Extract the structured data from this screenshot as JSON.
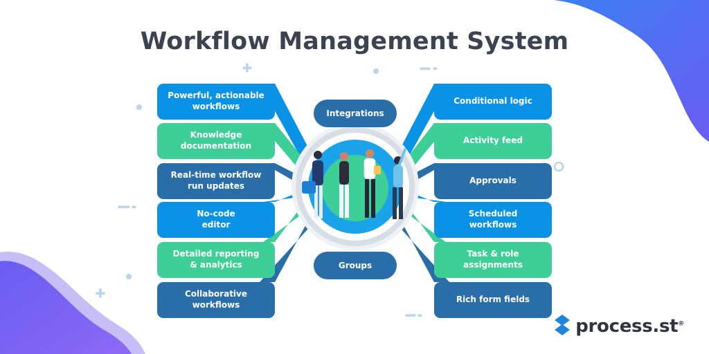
{
  "title": "Workflow Management System",
  "left_items": [
    {
      "label": "Powerful, actionable\nworkflows",
      "color": "#0a93e6"
    },
    {
      "label": "Knowledge\ndocumentation",
      "color": "#3ecf98"
    },
    {
      "label": "Real-time workflow\nrun updates",
      "color": "#2a6ea9"
    },
    {
      "label": "No-code\neditor",
      "color": "#0a93e6"
    },
    {
      "label": "Detailed reporting\n& analytics",
      "color": "#3ecf98"
    },
    {
      "label": "Collaborative\nworkflows",
      "color": "#2a6ea9"
    }
  ],
  "right_items": [
    {
      "label": "Conditional logic",
      "color": "#0a93e6"
    },
    {
      "label": "Activity feed",
      "color": "#3ecf98"
    },
    {
      "label": "Approvals",
      "color": "#2a6ea9"
    },
    {
      "label": "Scheduled\nworkflows",
      "color": "#0a93e6"
    },
    {
      "label": "Task & role\nassignments",
      "color": "#3ecf98"
    },
    {
      "label": "Rich form fields",
      "color": "#2a6ea9"
    }
  ],
  "center": {
    "top_pill": "Integrations",
    "bottom_pill": "Groups"
  },
  "logo": {
    "word": "process",
    "suffix": ".st",
    "mark": "®"
  },
  "colors": {
    "light_blue": "#0a93e6",
    "green": "#3ecf98",
    "dark_blue": "#2a6ea9",
    "title": "#3b4350",
    "accent_purple": "#7b5cf0"
  }
}
